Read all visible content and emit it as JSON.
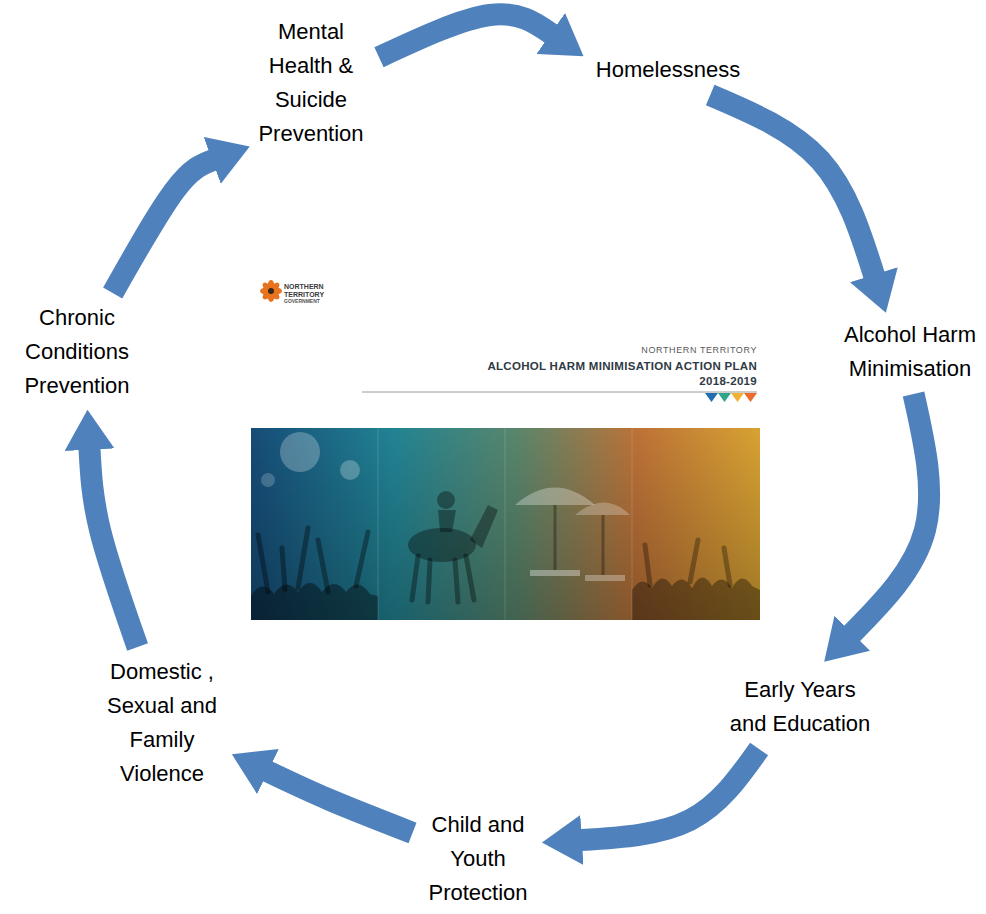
{
  "diagram": {
    "nodes": [
      {
        "text": [
          "Mental Health & Suicide Prevention"
        ]
      },
      {
        "text": [
          "Homelessness"
        ]
      },
      {
        "text": [
          "Alcohol Harm Minimisation"
        ]
      },
      {
        "text": [
          "Early Years and Education"
        ]
      },
      {
        "text": [
          "Child and Youth Protection"
        ]
      },
      {
        "text": [
          "Domestic , Sexual and Family Violence"
        ]
      },
      {
        "text": [
          "Chronic Conditions Prevention"
        ]
      }
    ],
    "edges": [
      {
        "from": 0,
        "to": 1,
        "arrow": "to"
      },
      {
        "from": 1,
        "to": 2,
        "arrow": "to"
      },
      {
        "from": 2,
        "to": 3,
        "arrow": "to"
      },
      {
        "from": 3,
        "to": 4,
        "arrow": "to"
      },
      {
        "from": 4,
        "to": 5,
        "arrow": "to"
      },
      {
        "from": 5,
        "to": 6,
        "arrow": "to"
      },
      {
        "from": 6,
        "to": 0,
        "arrow": "to"
      }
    ],
    "labels": [
      "NORTHERN TERRITORY",
      "GOVERNMENT",
      "NORTHERN TERRITORY",
      "ALCOHOL HARM MINIMISATION ACTION PLAN",
      "2018-2019"
    ]
  }
}
